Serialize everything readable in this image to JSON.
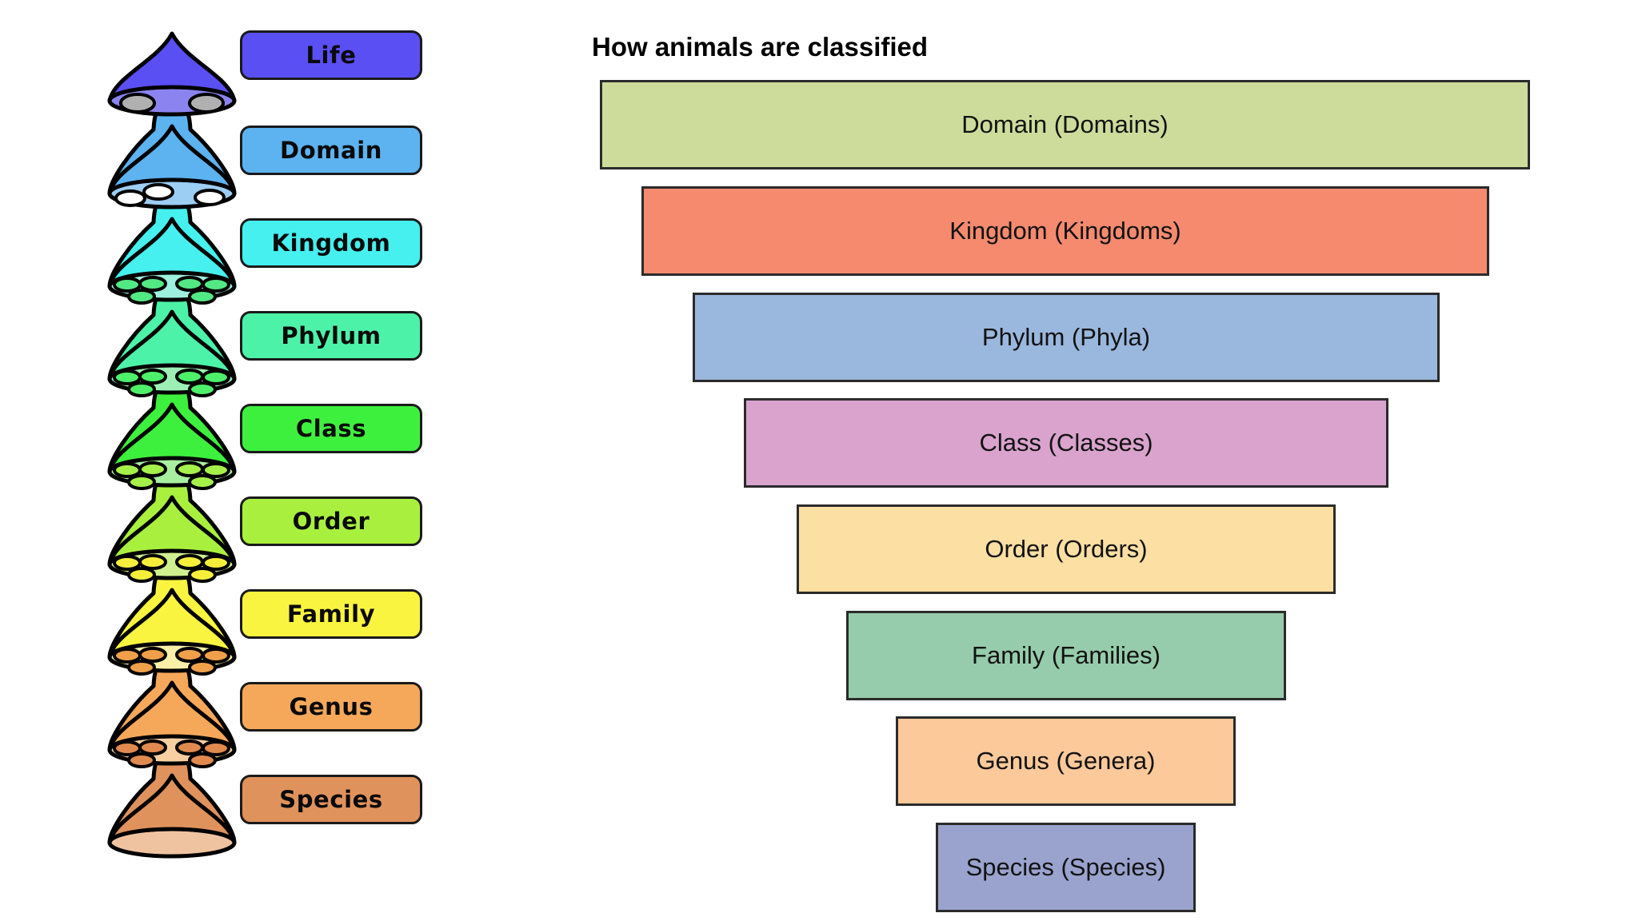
{
  "pyramid": {
    "levels": [
      {
        "label": "Life",
        "cap_color": "#5a4ff3",
        "under_color": "#8b84f0",
        "cell_color": "#b0b0b0",
        "cells": 2
      },
      {
        "label": "Domain",
        "cap_color": "#5cb3f0",
        "under_color": "#9ccdf2",
        "cell_color": "#ffffff",
        "cells": 3
      },
      {
        "label": "Kingdom",
        "cap_color": "#45f0ee",
        "under_color": "#9cf0dd",
        "cell_color": "#52e884",
        "cells": 6
      },
      {
        "label": "Phylum",
        "cap_color": "#4df2a9",
        "under_color": "#9cf0b5",
        "cell_color": "#4ef06a",
        "cells": 6
      },
      {
        "label": "Class",
        "cap_color": "#3ef03e",
        "under_color": "#a8f0a0",
        "cell_color": "#a6f04a",
        "cells": 6
      },
      {
        "label": "Order",
        "cap_color": "#a9f03e",
        "under_color": "#d0f08f",
        "cell_color": "#f5ef3c",
        "cells": 6
      },
      {
        "label": "Family",
        "cap_color": "#f9f43f",
        "under_color": "#f8f0a8",
        "cell_color": "#f0a04a",
        "cells": 6
      },
      {
        "label": "Genus",
        "cap_color": "#f5a85a",
        "under_color": "#f8cfa0",
        "cell_color": "#e08a50",
        "cells": 6
      },
      {
        "label": "Species",
        "cap_color": "#e0925c",
        "under_color": "#f0c3a0",
        "cell_color": "#e0925c",
        "cells": 0
      }
    ]
  },
  "funnel": {
    "title": "How animals are classified",
    "bars": [
      {
        "label": "Domain (Domains)",
        "color": "#cddc9b"
      },
      {
        "label": "Kingdom (Kingdoms)",
        "color": "#f58a6e"
      },
      {
        "label": "Phylum (Phyla)",
        "color": "#9ab7dd"
      },
      {
        "label": "Class (Classes)",
        "color": "#d9a3cd"
      },
      {
        "label": "Order (Orders)",
        "color": "#fcdfa2"
      },
      {
        "label": "Family (Families)",
        "color": "#96ccab"
      },
      {
        "label": "Genus (Genera)",
        "color": "#fbc99a"
      },
      {
        "label": "Species (Species)",
        "color": "#9aa3ce"
      }
    ]
  },
  "chart_data": {
    "type": "funnel",
    "title": "How animals are classified",
    "categories": [
      "Domain (Domains)",
      "Kingdom (Kingdoms)",
      "Phylum (Phyla)",
      "Class (Classes)",
      "Order (Orders)",
      "Family (Families)",
      "Genus (Genera)",
      "Species (Species)"
    ],
    "values": [
      100,
      86,
      78,
      66,
      55,
      43,
      33,
      26
    ],
    "value_unit": "relative width (%)",
    "xlabel": "",
    "ylabel": "",
    "legend": "none",
    "grid": false,
    "orientation": "horizontal-centered",
    "colors": [
      "#cddc9b",
      "#f58a6e",
      "#9ab7dd",
      "#d9a3cd",
      "#fcdfa2",
      "#96ccab",
      "#fbc99a",
      "#9aa3ce"
    ],
    "notes": "Taxonomic rank funnel; each successive rank is narrower than the one above it."
  }
}
